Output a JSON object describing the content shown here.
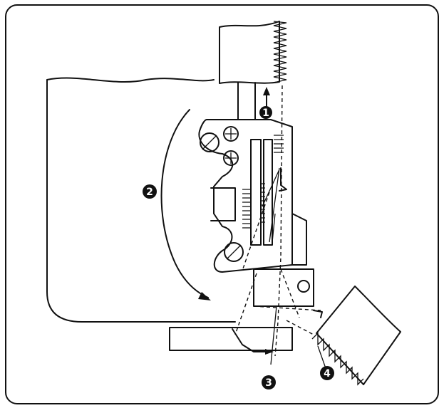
{
  "callouts": [
    {
      "id": "callout-1",
      "label": "1"
    },
    {
      "id": "callout-2",
      "label": "2"
    },
    {
      "id": "callout-3",
      "label": "3"
    },
    {
      "id": "callout-4",
      "label": "4"
    }
  ]
}
